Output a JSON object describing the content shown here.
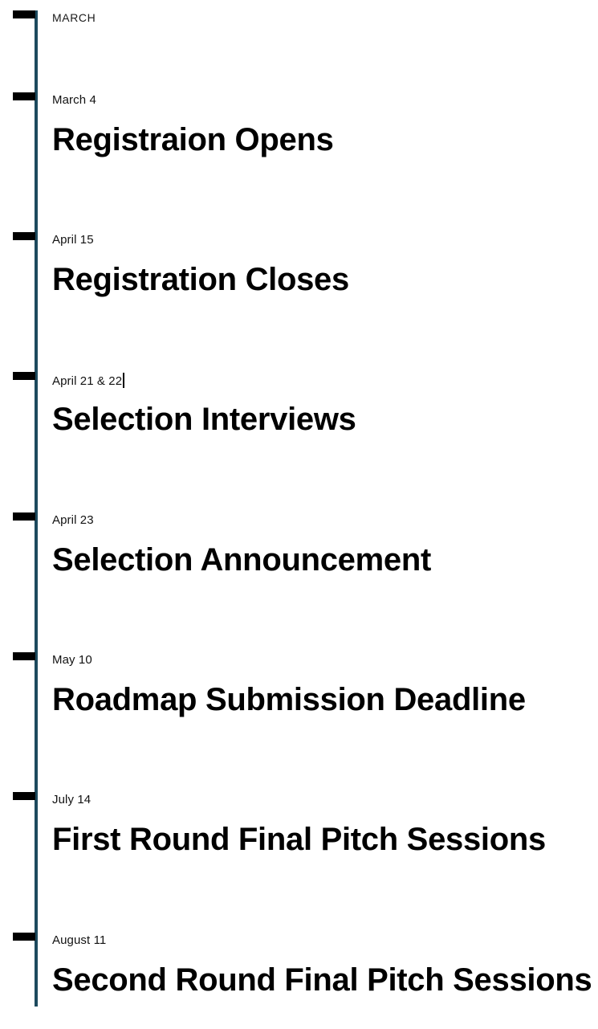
{
  "colors": {
    "timeline_line": "#1d4a5e",
    "tick": "#000000",
    "caret": "#000000",
    "title_text": "#000000",
    "date_text": "#121212",
    "background": "#ffffff"
  },
  "timeline": {
    "month_header": "MARCH",
    "entries": [
      {
        "date": "March 4",
        "title": "Registraion Opens",
        "has_cursor": false
      },
      {
        "date": "April 15",
        "title": "Registration Closes",
        "has_cursor": false
      },
      {
        "date": "April 21 & 22",
        "title": "Selection Interviews",
        "has_cursor": true
      },
      {
        "date": "April 23",
        "title": "Selection Announcement",
        "has_cursor": false
      },
      {
        "date": "May 10",
        "title": "Roadmap Submission Deadline",
        "has_cursor": false
      },
      {
        "date": "July 14",
        "title": "First Round Final Pitch Sessions",
        "has_cursor": false
      },
      {
        "date": "August 11",
        "title": "Second Round Final Pitch Sessions",
        "has_cursor": false
      }
    ]
  }
}
